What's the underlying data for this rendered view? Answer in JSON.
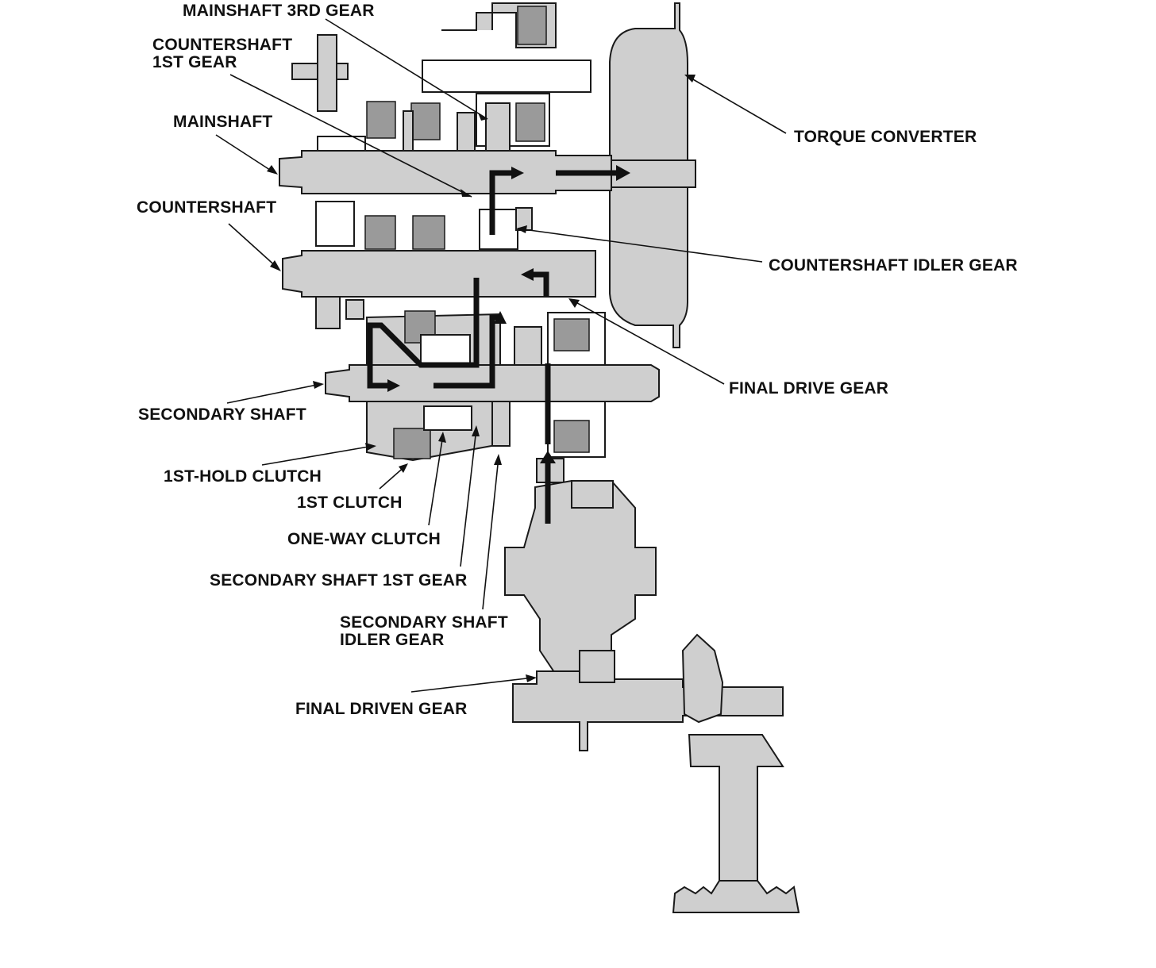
{
  "labels": {
    "mainshaft_3rd_gear": "MAINSHAFT 3RD GEAR",
    "countershaft_1st_gear_line1": "COUNTERSHAFT",
    "countershaft_1st_gear_line2": "1ST GEAR",
    "mainshaft": "MAINSHAFT",
    "countershaft": "COUNTERSHAFT",
    "torque_converter": "TORQUE CONVERTER",
    "countershaft_idler_gear": "COUNTERSHAFT IDLER GEAR",
    "final_drive_gear": "FINAL DRIVE GEAR",
    "secondary_shaft": "SECONDARY SHAFT",
    "first_hold_clutch": "1ST-HOLD CLUTCH",
    "first_clutch": "1ST CLUTCH",
    "one_way_clutch": "ONE-WAY CLUTCH",
    "secondary_shaft_1st_gear": "SECONDARY SHAFT 1ST GEAR",
    "secondary_shaft_idler_gear_line1": "SECONDARY SHAFT",
    "secondary_shaft_idler_gear_line2": "IDLER GEAR",
    "final_driven_gear": "FINAL DRIVEN GEAR"
  },
  "colors": {
    "part_fill": "#cfcfcf",
    "clutch_fill": "#9a9a9a",
    "outline": "#1a1a1a",
    "power_flow": "#111111"
  }
}
